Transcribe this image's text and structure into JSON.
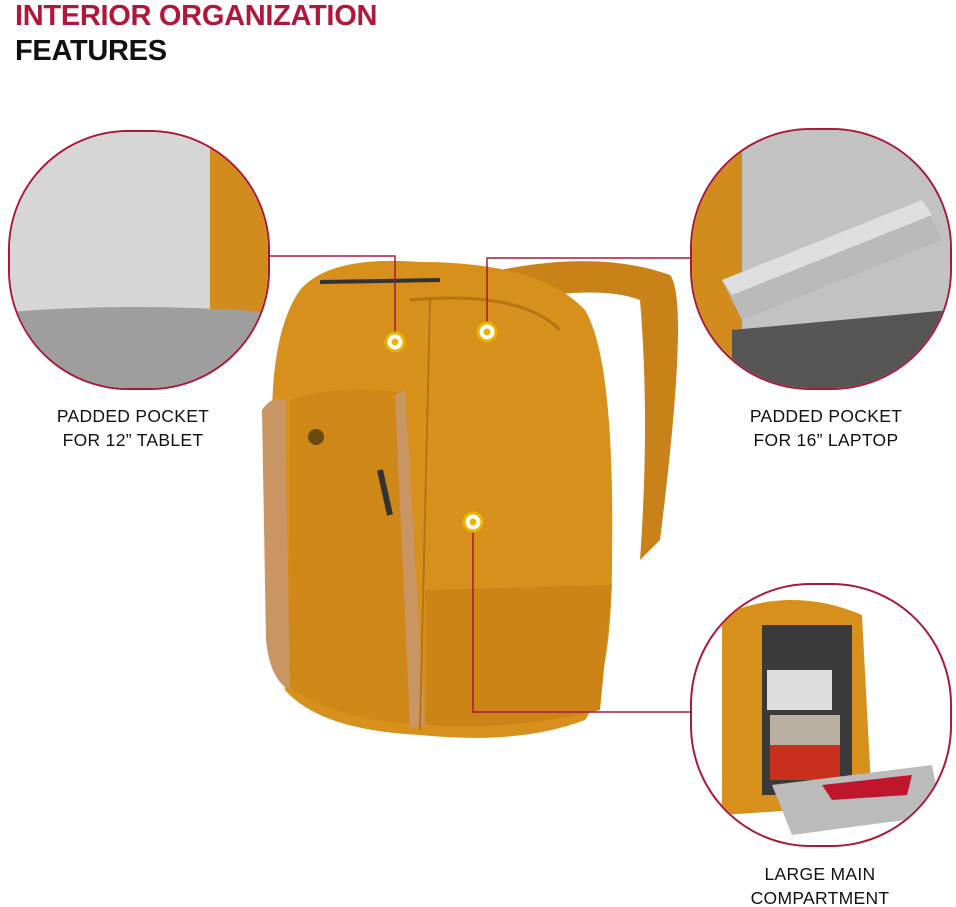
{
  "header": {
    "line1": "INTERIOR ORGANIZATION",
    "line2": "FEATURES"
  },
  "callouts": [
    {
      "line1": "PADDED POCKET",
      "line2": "FOR 12” TABLET"
    },
    {
      "line1": "PADDED POCKET",
      "line2": "FOR 16” LAPTOP"
    },
    {
      "line1": "LARGE MAIN",
      "line2": "COMPARTMENT"
    }
  ],
  "colors": {
    "accent": "#b0173a",
    "backpack": "#d8901c",
    "marker": "#e8b400"
  }
}
